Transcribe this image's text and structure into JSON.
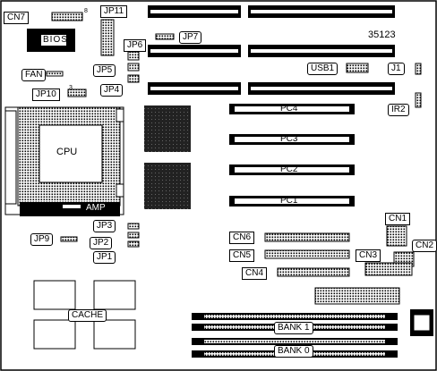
{
  "board_id": "35123",
  "bios_label": "BIOS",
  "cpu_label": "CPU",
  "amp_label": "AMP",
  "cache_label": "CACHE",
  "jumpers": {
    "cn7": "CN7",
    "jp11": "JP11",
    "jp7": "JP7",
    "jp6": "JP6",
    "fan": "FAN",
    "jp5": "JP5",
    "jp4": "JP4",
    "jp10": "JP10",
    "usb1": "USB1",
    "j1": "J1",
    "ir2": "IR2",
    "jp9": "JP9",
    "jp3": "JP3",
    "jp2": "JP2",
    "jp1": "JP1",
    "cn1": "CN1",
    "cn2": "CN2",
    "cn3": "CN3",
    "cn4": "CN4",
    "cn5": "CN5",
    "cn6": "CN6"
  },
  "pin_numbers": {
    "cn7_pin": "8",
    "jp10_pin": "3"
  },
  "pci_slots": [
    "PC4",
    "PC3",
    "PC2",
    "PC1"
  ],
  "memory_banks": [
    "BANK 1",
    "BANK 0"
  ]
}
